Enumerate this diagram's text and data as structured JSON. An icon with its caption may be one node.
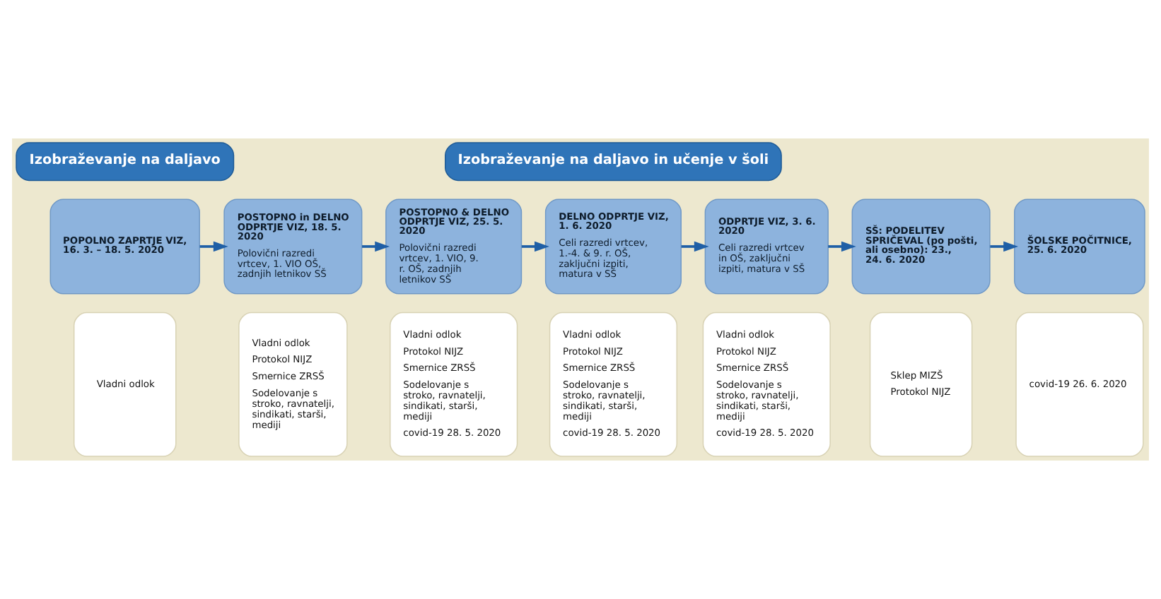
{
  "diagram": {
    "nodes": [
      {
        "text": [
          "Izobraževanje na daljavo"
        ]
      },
      {
        "text": [
          "Izobraževanje na daljavo in učenje v šoli"
        ]
      },
      {
        "text": [
          "POPOLNO ZAPRTJE VIZ, 16. 3. – 18. 5. 2020"
        ]
      },
      {
        "text": [
          "Vladni odlok"
        ]
      },
      {
        "text": [
          "POSTOPNO in DELNO ODPRTJE VIZ, 18. 5. 2020",
          "Polovični razredi vrtcev, 1. VIO OŠ, zadnjih letnikov SŠ"
        ]
      },
      {
        "text": [
          "Vladni odlok",
          "Protokol NIJZ",
          "Smernice ZRSŠ",
          "Sodelovanje s stroko, ravnatelji, sindikati, starši, mediji"
        ]
      },
      {
        "text": [
          "POSTOPNO & DELNO ODPRTJE VIZ, 25. 5. 2020",
          "Polovični razredi vrtcev, 1. VIO, 9. r. OŠ, zadnjih letnikov SŠ"
        ]
      },
      {
        "text": [
          "Vladni odlok",
          "Protokol NIJZ",
          "Smernice ZRSŠ",
          "Sodelovanje s stroko, ravnatelji, sindikati, starši, mediji",
          "covid-19 28. 5. 2020"
        ]
      },
      {
        "text": [
          "DELNO ODPRTJE VIZ, 1. 6. 2020",
          "Celi razredi vrtcev, 1.-4. & 9. r. OŠ, zaključni izpiti, matura v SŠ"
        ]
      },
      {
        "text": [
          "Vladni odlok",
          "Protokol NIJZ",
          "Smernice ZRSŠ",
          "Sodelovanje s stroko, ravnatelji, sindikati, starši, mediji",
          "covid-19 28. 5. 2020"
        ]
      },
      {
        "text": [
          "ODPRTJE VIZ, 3. 6. 2020",
          "Celi razredi vrtcev in OŠ, zaključni izpiti, matura v SŠ"
        ]
      },
      {
        "text": [
          "Vladni odlok",
          "Protokol NIJZ",
          "Smernice ZRSŠ",
          "Sodelovanje s stroko, ravnatelji, sindikati, starši, mediji",
          "covid-19 28. 5. 2020"
        ]
      },
      {
        "text": [
          "SŠ: PODELITEV SPRIČEVAL (po pošti, ali osebno): 23., 24. 6. 2020"
        ]
      },
      {
        "text": [
          "Sklep MIZŠ",
          "Protokol NIJZ"
        ]
      },
      {
        "text": [
          "ŠOLSKE POČITNICE, 25. 6. 2020"
        ]
      },
      {
        "text": [
          "covid-19 26. 6. 2020"
        ]
      }
    ],
    "edges": [
      {
        "from": 2,
        "to": 4,
        "arrow": "to"
      },
      {
        "from": 4,
        "to": 6,
        "arrow": "to"
      },
      {
        "from": 6,
        "to": 8,
        "arrow": "to"
      },
      {
        "from": 8,
        "to": 10,
        "arrow": "to"
      },
      {
        "from": 10,
        "to": 12,
        "arrow": "to"
      },
      {
        "from": 12,
        "to": 14,
        "arrow": "to"
      }
    ]
  }
}
